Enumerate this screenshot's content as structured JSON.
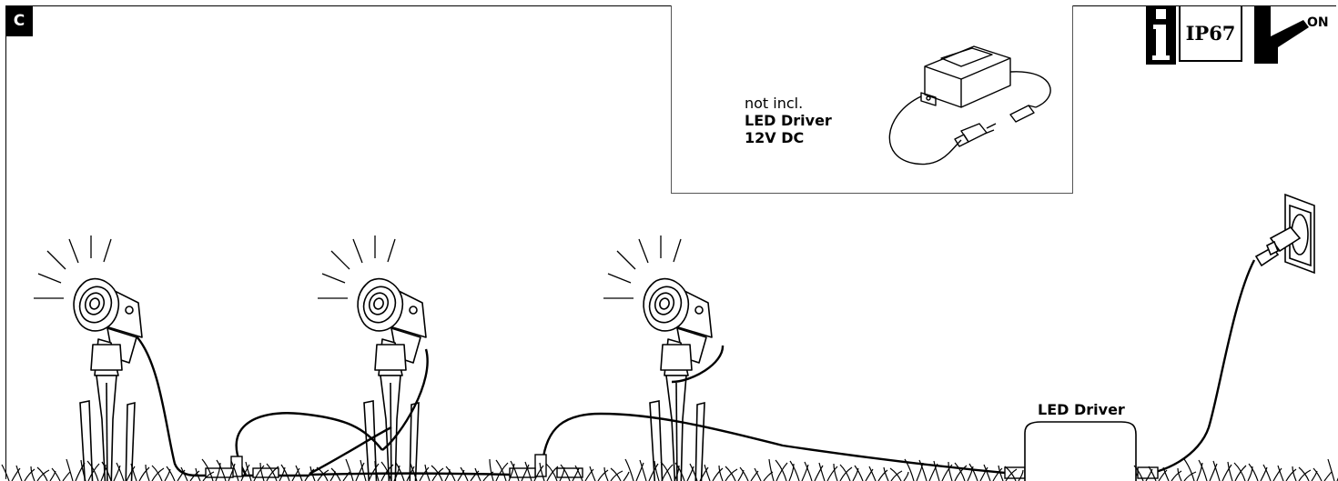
{
  "section": {
    "letter": "C"
  },
  "inset": {
    "note": "not incl.",
    "product_line1": "LED Driver",
    "product_line2": "12V DC"
  },
  "icons": {
    "info": "info-icon",
    "ip_rating": "IP67",
    "switch_state": "ON"
  },
  "scene": {
    "spotlight_count": 3,
    "driver_label": "LED Driver"
  }
}
